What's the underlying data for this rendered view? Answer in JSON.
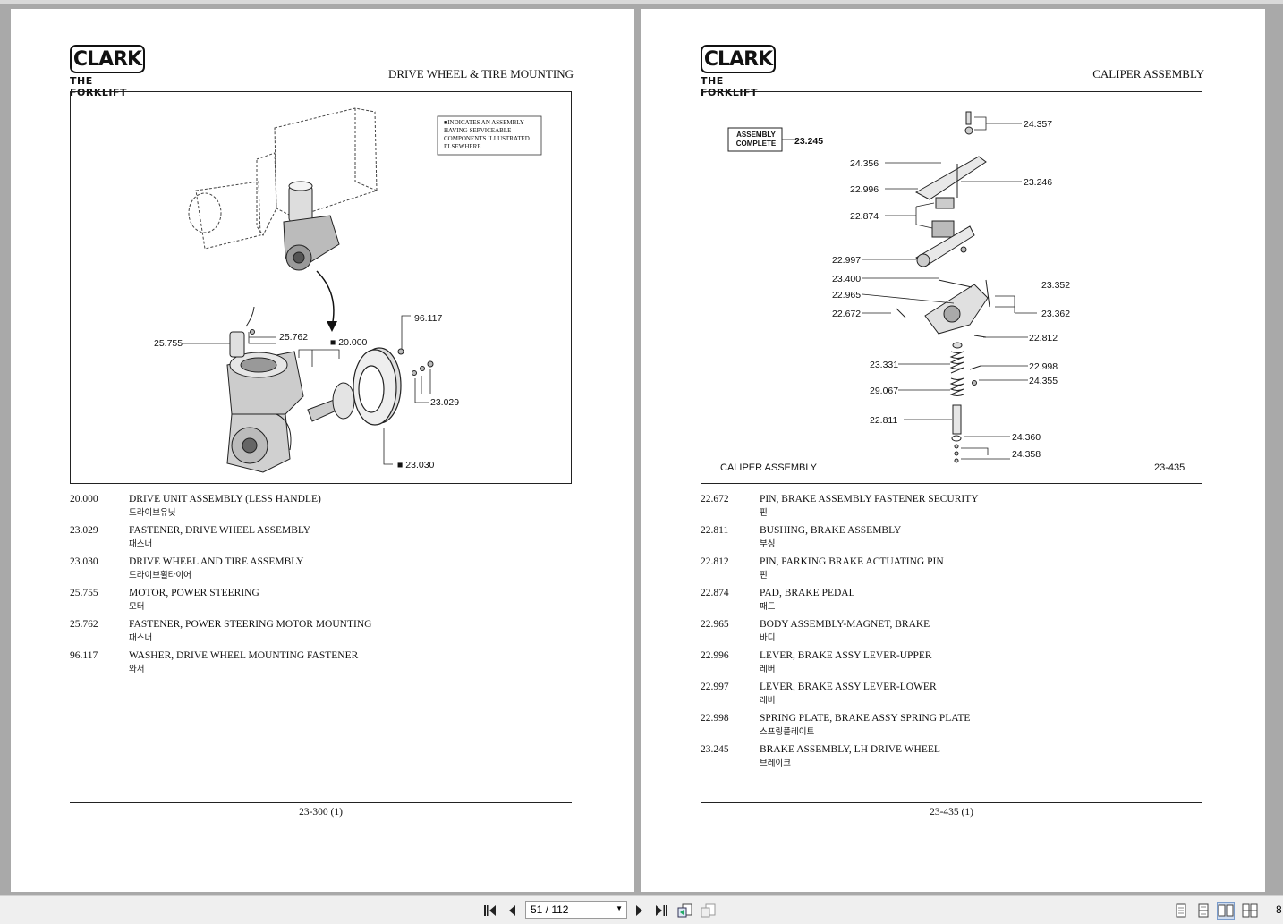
{
  "viewer": {
    "page_indicator": "51 / 112",
    "zoom_partial": "8"
  },
  "left_page": {
    "logo_main": "CLARK",
    "logo_sub": "THE FORKLIFT",
    "title": "DRIVE WHEEL & TIRE MOUNTING",
    "legend_note": "■INDICATES AN ASSEMBLY\nHAVING SERVICEABLE\nCOMPONENTS ILLUSTRATED\nELSEWHERE",
    "callouts": {
      "c96117": "96.117",
      "c25762": "25.762",
      "c25755": "25.755",
      "c20000": "■ 20.000",
      "c23029": "23.029",
      "c23030": "■ 23.030"
    },
    "parts": [
      {
        "num": "20.000",
        "desc": "DRIVE UNIT ASSEMBLY (LESS HANDLE)",
        "kor": "드라이브유닛"
      },
      {
        "num": "23.029",
        "desc": "FASTENER, DRIVE WHEEL ASSEMBLY",
        "kor": "패스너"
      },
      {
        "num": "23.030",
        "desc": "DRIVE WHEEL AND TIRE ASSEMBLY",
        "kor": "드라이브휠타이어"
      },
      {
        "num": "25.755",
        "desc": "MOTOR, POWER STEERING",
        "kor": "모터"
      },
      {
        "num": "25.762",
        "desc": "FASTENER, POWER STEERING MOTOR MOUNTING",
        "kor": "패스너"
      },
      {
        "num": "96.117",
        "desc": "WASHER, DRIVE WHEEL MOUNTING FASTENER",
        "kor": "와서"
      }
    ],
    "footer": "23-300 (1)"
  },
  "right_page": {
    "logo_main": "CLARK",
    "logo_sub": "THE FORKLIFT",
    "title": "CALIPER ASSEMBLY",
    "assembly_box": "ASSEMBLY\nCOMPLETE",
    "callouts": {
      "c23245": "23.245",
      "c24357": "24.357",
      "c24356": "24.356",
      "c23246": "23.246",
      "c22996": "22.996",
      "c22874": "22.874",
      "c22997": "22.997",
      "c23400": "23.400",
      "c23352": "23.352",
      "c22965": "22.965",
      "c22672": "22.672",
      "c23362": "23.362",
      "c22812": "22.812",
      "c23331": "23.331",
      "c22998": "22.998",
      "c24355": "24.355",
      "c29067": "29.067",
      "c22811": "22.811",
      "c24360": "24.360",
      "c24358": "24.358"
    },
    "figure_caption": "CALIPER ASSEMBLY",
    "figure_code": "23-435",
    "parts": [
      {
        "num": "22.672",
        "desc": "PIN, BRAKE ASSEMBLY FASTENER SECURITY",
        "kor": "핀"
      },
      {
        "num": "22.811",
        "desc": "BUSHING, BRAKE ASSEMBLY",
        "kor": "부싱"
      },
      {
        "num": "22.812",
        "desc": "PIN, PARKING BRAKE ACTUATING PIN",
        "kor": "핀"
      },
      {
        "num": "22.874",
        "desc": "PAD, BRAKE PEDAL",
        "kor": "패드"
      },
      {
        "num": "22.965",
        "desc": "BODY ASSEMBLY-MAGNET, BRAKE",
        "kor": "바디"
      },
      {
        "num": "22.996",
        "desc": "LEVER, BRAKE ASSY LEVER-UPPER",
        "kor": "레버"
      },
      {
        "num": "22.997",
        "desc": "LEVER, BRAKE ASSY LEVER-LOWER",
        "kor": "레버"
      },
      {
        "num": "22.998",
        "desc": "SPRING PLATE, BRAKE ASSY SPRING PLATE",
        "kor": "스프링플레이트"
      },
      {
        "num": "23.245",
        "desc": "BRAKE ASSEMBLY, LH DRIVE WHEEL",
        "kor": "브레이크"
      }
    ],
    "footer": "23-435 (1)"
  }
}
